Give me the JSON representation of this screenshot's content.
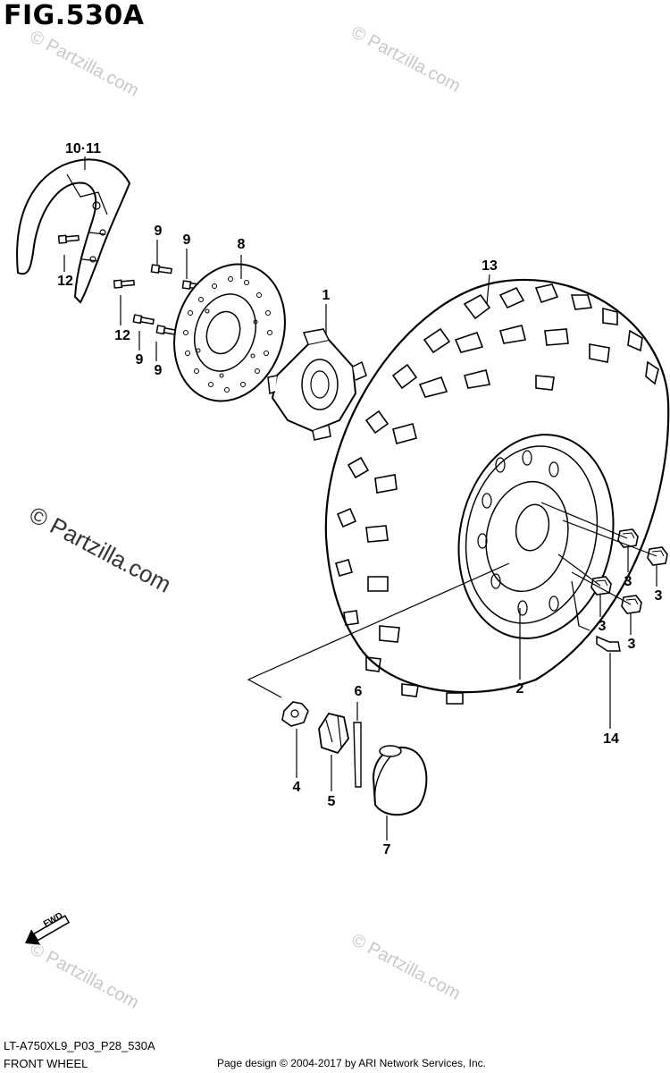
{
  "figure": {
    "title": "FIG.530A",
    "code": "LT-A750XL9_P03_P28_530A",
    "name": "FRONT WHEEL",
    "page_design": "Page design © 2004-2017 by ARI Network Services, Inc."
  },
  "watermarks": {
    "small": "© Partzilla.com",
    "large": "© Partzilla.com"
  },
  "fwd_label": "FWD",
  "callouts": {
    "c1": "1",
    "c2": "2",
    "c3a": "3",
    "c3b": "3",
    "c3c": "3",
    "c3d": "3",
    "c4": "4",
    "c5": "5",
    "c6": "6",
    "c7": "7",
    "c8": "8",
    "c9a": "9",
    "c9b": "9",
    "c9c": "9",
    "c9d": "9",
    "c10": "10·11",
    "c12a": "12",
    "c12b": "12",
    "c13": "13",
    "c14": "14"
  }
}
